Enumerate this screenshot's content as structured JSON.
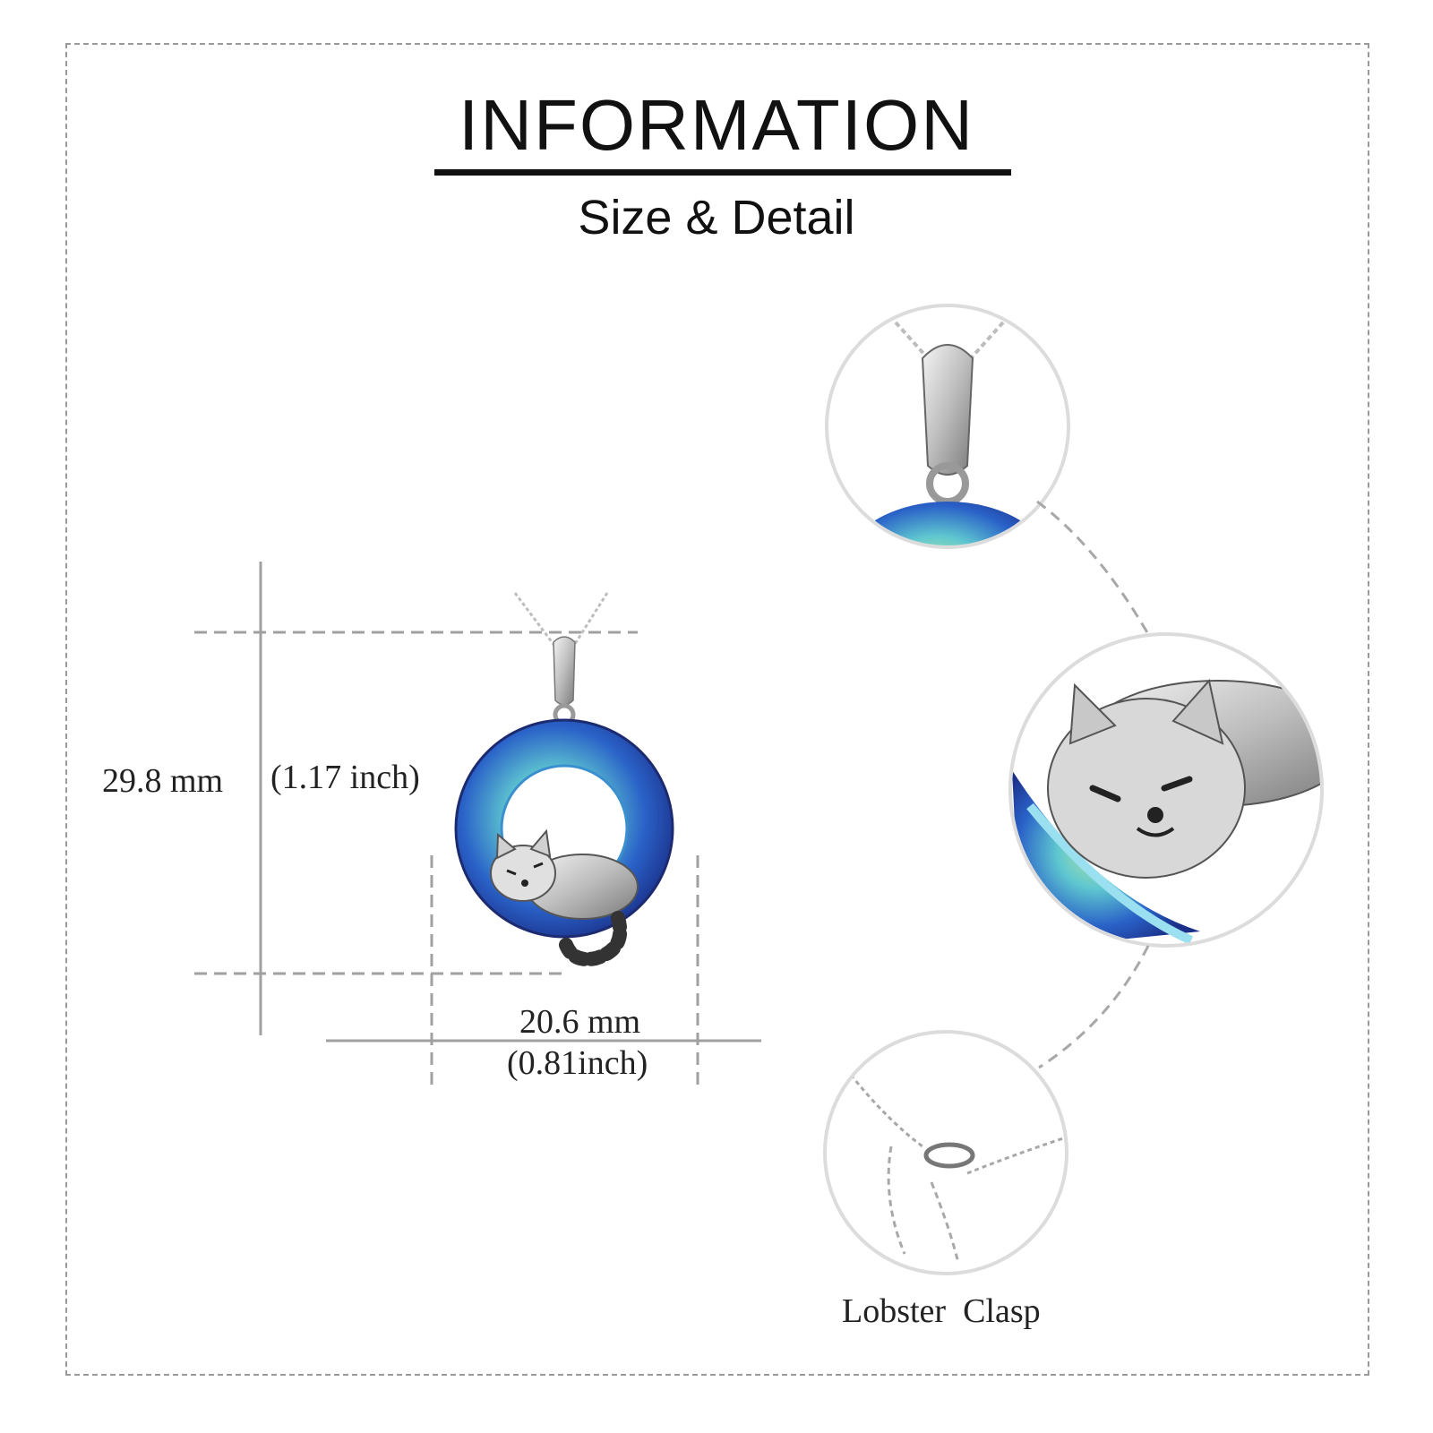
{
  "header": {
    "title": "INFORMATION",
    "subtitle": "Size & Detail"
  },
  "dimensions": {
    "height_mm": "29.8 mm",
    "height_inch": "(1.17 inch)",
    "width_mm": "20.6 mm",
    "width_inch": "(0.81inch)"
  },
  "details": {
    "clasp_caption": "Lobster  Clasp"
  },
  "colors": {
    "text": "#111111",
    "guide_lines": "#a0a0a0",
    "silver": "#c8c8c8",
    "crystal_blue": "#1f4fb8",
    "crystal_teal": "#2fb6c8",
    "crystal_green": "#9ec95a"
  }
}
